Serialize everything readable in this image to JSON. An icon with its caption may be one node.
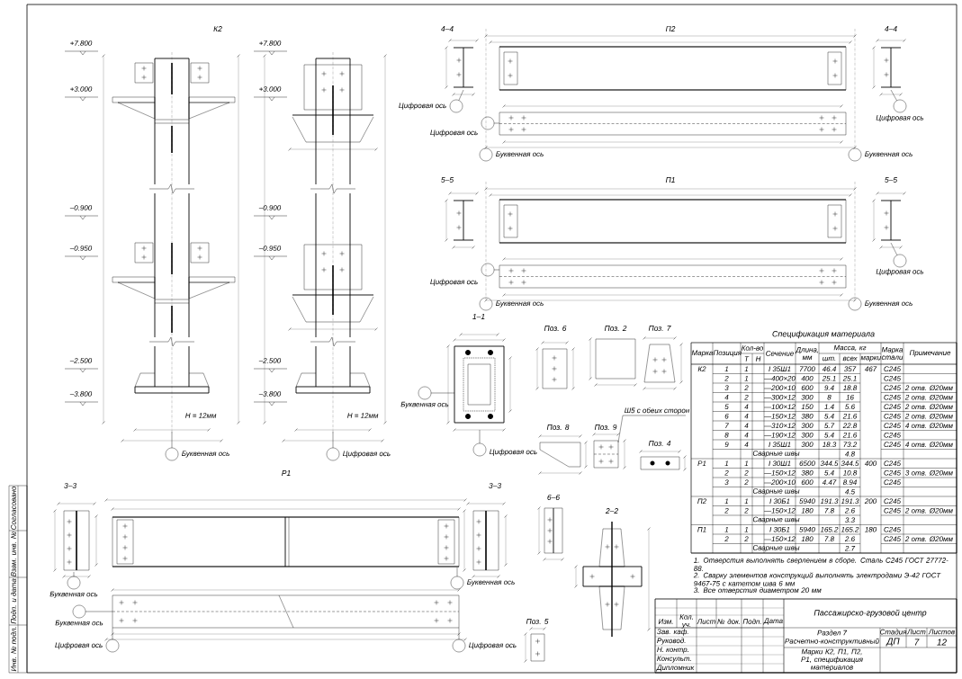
{
  "diagram": {
    "labels": [
      "Согласовано",
      "Взам. инв. №",
      "Подп. и дата",
      "Инв. № подл.",
      "К2",
      "4–4",
      "П2",
      "4–4",
      "+7.800",
      "+7.800",
      "+3.000",
      "+3.000",
      "Цифровая ось",
      "Цифровая ось",
      "Цифровая ось",
      "Буквенная ось",
      "Буквенная ось",
      "5–5",
      "П1",
      "5–5",
      "–0.900",
      "–0.900",
      "–0.950",
      "–0.950",
      "Цифровая ось",
      "Цифровая ось",
      "Буквенная ось",
      "Буквенная ось",
      "1–1",
      "Поз. 6",
      "Поз. 2",
      "Поз. 7",
      "Спецификация материала",
      "–2.500",
      "–2.500",
      "–3.800",
      "–3.800",
      "Буквенная ось",
      "Н = 12мм",
      "Н = 12мм",
      "Ш5 с обеих сторон",
      "Поз. 8",
      "Поз. 9",
      "Поз. 4",
      "Буквенная ось",
      "Цифровая ось",
      "Цифровая ось",
      "Р1",
      "3–3",
      "3–3",
      "6–6",
      "2–2",
      "Буквенная ось",
      "Буквенная ось",
      "Буквенная ось",
      "Поз. 5",
      "Цифровая ось",
      "Цифровая ось",
      "Марка",
      "Позиция",
      "Кол-во",
      "Сечение",
      "Длина, мм",
      "Масса, кг",
      "Марка стали",
      "Примечание",
      "Т",
      "Н",
      "шт.",
      "всех",
      "марки",
      "К2",
      "1",
      "1",
      "I 35Ш1",
      "7700",
      "46.4",
      "357",
      "467",
      "С245",
      "2",
      "1",
      "—400×20",
      "400",
      "25.1",
      "25.1",
      "С245",
      "3",
      "2",
      "—200×10",
      "600",
      "9.4",
      "18.8",
      "С245",
      "2 отв. Ø20мм",
      "4",
      "2",
      "—300×12",
      "300",
      "8",
      "16",
      "С245",
      "2 отв. Ø20мм",
      "5",
      "4",
      "—100×12",
      "150",
      "1.4",
      "5.6",
      "С245",
      "2 отв. Ø20мм",
      "6",
      "4",
      "—150×12",
      "380",
      "5.4",
      "21.6",
      "С245",
      "2 отв. Ø20мм",
      "7",
      "4",
      "—310×12",
      "300",
      "5.7",
      "22.8",
      "С245",
      "4 отв. Ø20мм",
      "8",
      "4",
      "—190×12",
      "300",
      "5.4",
      "21.6",
      "С245",
      "9",
      "4",
      "I 35Ш1",
      "300",
      "18.3",
      "73.2",
      "С245",
      "4 отв. Ø20мм",
      "Сварные швы",
      "4.8",
      "Р1",
      "1",
      "1",
      "I 30Ш1",
      "6500",
      "344.5",
      "344.5",
      "400",
      "С245",
      "2",
      "2",
      "—150×12",
      "380",
      "5.4",
      "10.8",
      "С245",
      "3 отв. Ø20мм",
      "3",
      "2",
      "—200×10",
      "600",
      "4.47",
      "8.94",
      "С245",
      "Сварные швы",
      "4.5",
      "П2",
      "1",
      "1",
      "I 30Б1",
      "5940",
      "191.3",
      "191.3",
      "200",
      "С245",
      "2",
      "2",
      "—150×12",
      "180",
      "7.8",
      "2.6",
      "С245",
      "2 отв. Ø20мм",
      "Сварные швы",
      "3.3",
      "П1",
      "1",
      "1",
      "I 30Б1",
      "5940",
      "165.2",
      "165.2",
      "180",
      "С245",
      "2",
      "2",
      "—150×12",
      "180",
      "7.8",
      "2.6",
      "С245",
      "2 отв. Ø20мм",
      "Сварные швы",
      "2.7",
      "1. Отверстия выполнять сверлением в сборе. Сталь С245 ГОСТ 27772-88.",
      "2. Сварку элементов конструкций выполнять электродами Э-42 ГОСТ 9467-75 с катетом шва 6 мм",
      "3. Все отверстия диаметром 20 мм",
      "Изм.",
      "Кол. уч.",
      "Лист",
      "№ док.",
      "Подп.",
      "Дата",
      "Зав. каф.",
      "Руковод.",
      "Н. контр.",
      "Консульт.",
      "Дипломник",
      "Пассажирско-грузовой центр",
      "Раздел 7",
      "Расчетно-конструктивный",
      "Стадия",
      "Лист",
      "Листов",
      "ДП",
      "7",
      "12",
      "Марки К2, П1, П2, Р1, спецификация материалов"
    ]
  }
}
